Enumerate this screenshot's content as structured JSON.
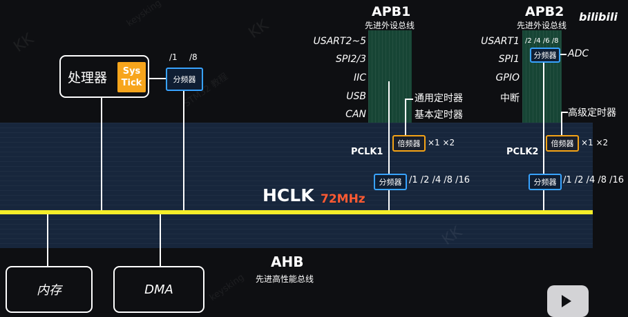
{
  "buses": {
    "apb1": {
      "title": "APB1",
      "subtitle": "先进外设总线"
    },
    "apb2": {
      "title": "APB2",
      "subtitle": "先进外设总线"
    },
    "ahb": {
      "title": "AHB",
      "subtitle": "先进高性能总线"
    },
    "hclk": {
      "label": "HCLK",
      "freq": "72MHz"
    }
  },
  "apb1_peripherals": [
    "USART2~5",
    "SPI2/3",
    "IIC",
    "USB",
    "CAN"
  ],
  "apb2_peripherals": [
    "USART1",
    "SPI1",
    "GPIO",
    "中断"
  ],
  "timers": {
    "general": "通用定时器",
    "basic": "基本定时器",
    "advanced": "高级定时器"
  },
  "pclk": {
    "p1": "PCLK1",
    "p2": "PCLK2"
  },
  "blocks": {
    "cpu": "处理器",
    "systick_1": "Sys",
    "systick_2": "Tick",
    "divider": "分频器",
    "multiplier": "倍频器",
    "memory": "内存",
    "dma": "DMA",
    "adc": "ADC"
  },
  "ratios": {
    "systick_div_1": "/1",
    "systick_div_8": "/8",
    "adc_div": "/2 /4 /6 /8",
    "pclk_div": "/1 /2 /4 /8 /16",
    "mult": "×1 ×2"
  },
  "watermark": {
    "brand": "bilibili",
    "channel": "keysking",
    "course": "STM32 教程",
    "mark": "KK"
  },
  "colors": {
    "bus_yellow": "#f5ee2a",
    "divider_blue": "#38a3ff",
    "multiplier_orange": "#f5a316",
    "systick_orange": "#f7a51c",
    "hclk_freq": "#ff5a32",
    "apb_green": "#174535",
    "ahb_band": "#17263c"
  }
}
